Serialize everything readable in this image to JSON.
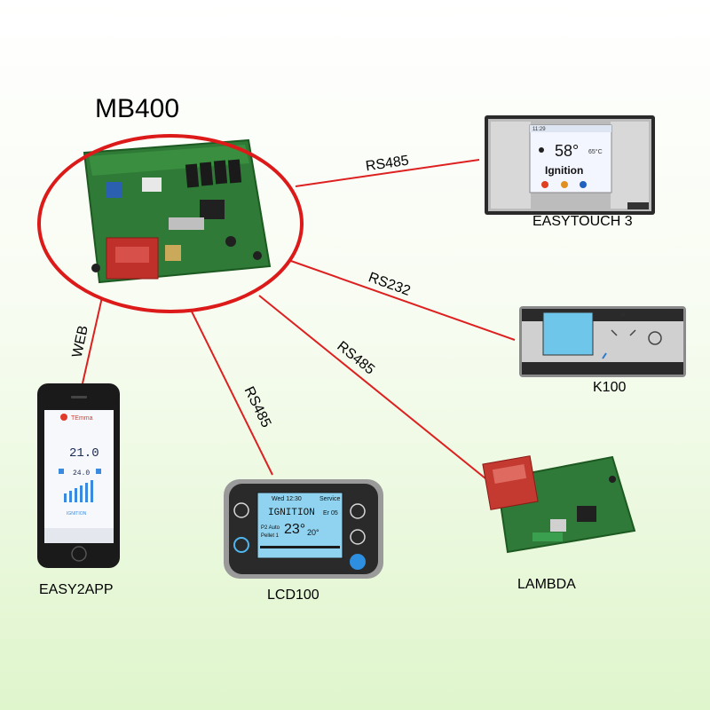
{
  "hub": {
    "title": "MB400"
  },
  "connections": {
    "easytouch": "RS485",
    "k100": "RS232",
    "lambda": "RS485",
    "lcd100": "RS485",
    "easy2app": "WEB"
  },
  "devices": {
    "easytouch": {
      "name": "EASYTOUCH 3",
      "screen_time": "11:29",
      "screen_temp": "58°",
      "screen_status": "Ignition",
      "screen_side_temp": "65°C"
    },
    "k100": {
      "name": "K100"
    },
    "lambda": {
      "name": "LAMBDA"
    },
    "lcd100": {
      "name": "LCD100",
      "screen_top_left": "Wed 12:30",
      "screen_top_right": "Service",
      "screen_status": "IGNITION",
      "screen_code": "Er 05",
      "screen_mode": "P2 Auto",
      "screen_pellet": "Pellet 1",
      "screen_temp": "23°",
      "screen_temp2": "20°"
    },
    "easy2app": {
      "name": "EASY2APP",
      "screen_brand": "TEmma",
      "screen_temp": "21.0",
      "screen_set": "24.0",
      "screen_status": "IGNITION"
    }
  },
  "colors": {
    "line": "#dd2020",
    "ellipse": "#dd1a1a"
  }
}
